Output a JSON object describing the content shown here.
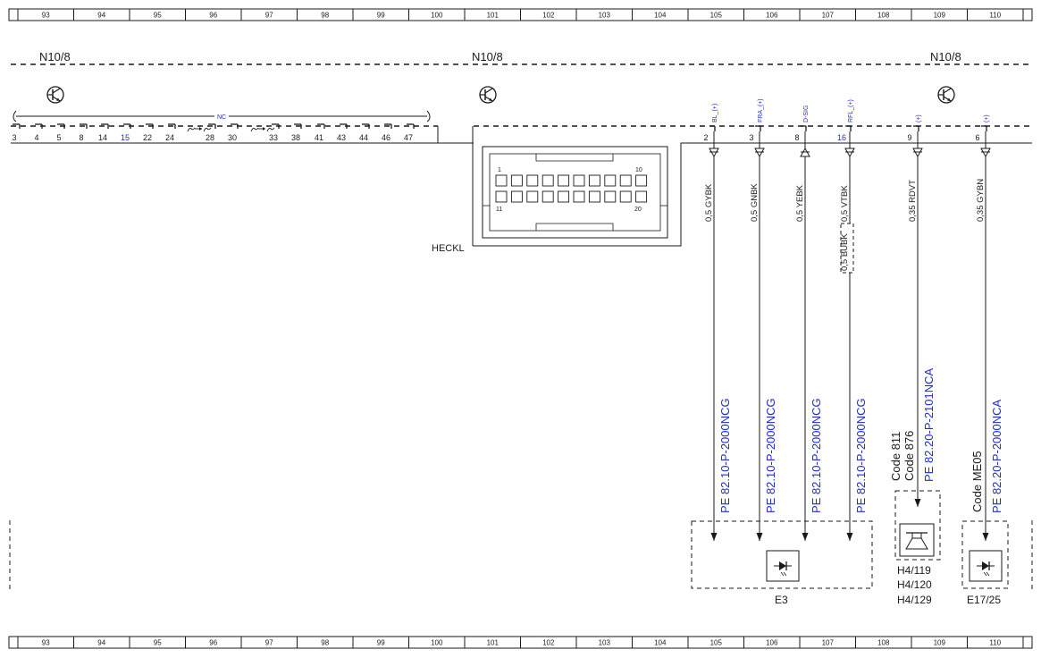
{
  "ruler": {
    "columns": [
      "93",
      "94",
      "95",
      "96",
      "97",
      "98",
      "99",
      "100",
      "101",
      "102",
      "103",
      "104",
      "105",
      "106",
      "107",
      "108",
      "109",
      "110"
    ]
  },
  "connectors": {
    "left_title": "N10/8",
    "mid_title": "N10/8",
    "right_title": "N10/8",
    "nc_label": "NC",
    "left_pins": [
      {
        "label": "3",
        "highlight": false
      },
      {
        "label": "4",
        "highlight": false
      },
      {
        "label": "5",
        "highlight": false
      },
      {
        "label": "8",
        "highlight": false
      },
      {
        "label": "14",
        "highlight": false
      },
      {
        "label": "15",
        "highlight": true
      },
      {
        "label": "22",
        "highlight": false
      },
      {
        "label": "24",
        "highlight": false
      },
      {
        "label": "28",
        "highlight": false
      },
      {
        "label": "30",
        "highlight": false
      },
      {
        "label": "33",
        "highlight": false
      },
      {
        "label": "38",
        "highlight": false
      },
      {
        "label": "41",
        "highlight": false
      },
      {
        "label": "43",
        "highlight": false
      },
      {
        "label": "44",
        "highlight": false
      },
      {
        "label": "46",
        "highlight": false
      },
      {
        "label": "47",
        "highlight": false
      }
    ],
    "housing_label": "HECKL",
    "housing_pin_first": "1",
    "housing_pin_tenth": "10",
    "housing_pin_eleventh": "11",
    "housing_pin_last": "20"
  },
  "signals": [
    {
      "pin": "2",
      "signal": "BL_(+)",
      "wire": "0,5 GYBK",
      "ref": "PE 82.10-P-2000NCG",
      "direction": "out",
      "pin_highlight": false
    },
    {
      "pin": "3",
      "signal": "FRA_(+)",
      "wire": "0,5 GNBK",
      "ref": "PE 82.10-P-2000NCG",
      "direction": "out",
      "pin_highlight": false
    },
    {
      "pin": "8",
      "signal": "D-SIG",
      "wire": "0,5 YEBK",
      "ref": "PE 82.10-P-2000NCG",
      "direction": "in",
      "pin_highlight": false
    },
    {
      "pin": "16",
      "signal": "RFL_(+)",
      "wire": "0,5 VTBK",
      "wire_alt": "0,5 BUBK",
      "ref": "PE 82.10-P-2000NCG",
      "direction": "out",
      "pin_highlight": true
    },
    {
      "pin": "9",
      "signal": "(+)",
      "wire": "0,35 RDVT",
      "ref": "PE 82.20-P-2101NCA",
      "code_a": "Code 811",
      "code_b": "Code 876",
      "direction": "out",
      "pin_highlight": false
    },
    {
      "pin": "6",
      "signal": "(+)",
      "wire": "0,35 GYBN",
      "ref": "PE 82.20-P-2000NCA",
      "code_a": "Code ME05",
      "direction": "out",
      "pin_highlight": false
    }
  ],
  "components": {
    "e3": "E3",
    "horn_a": "H4/119",
    "horn_b": "H4/120",
    "horn_c": "H4/129",
    "e17": "E17/25"
  }
}
